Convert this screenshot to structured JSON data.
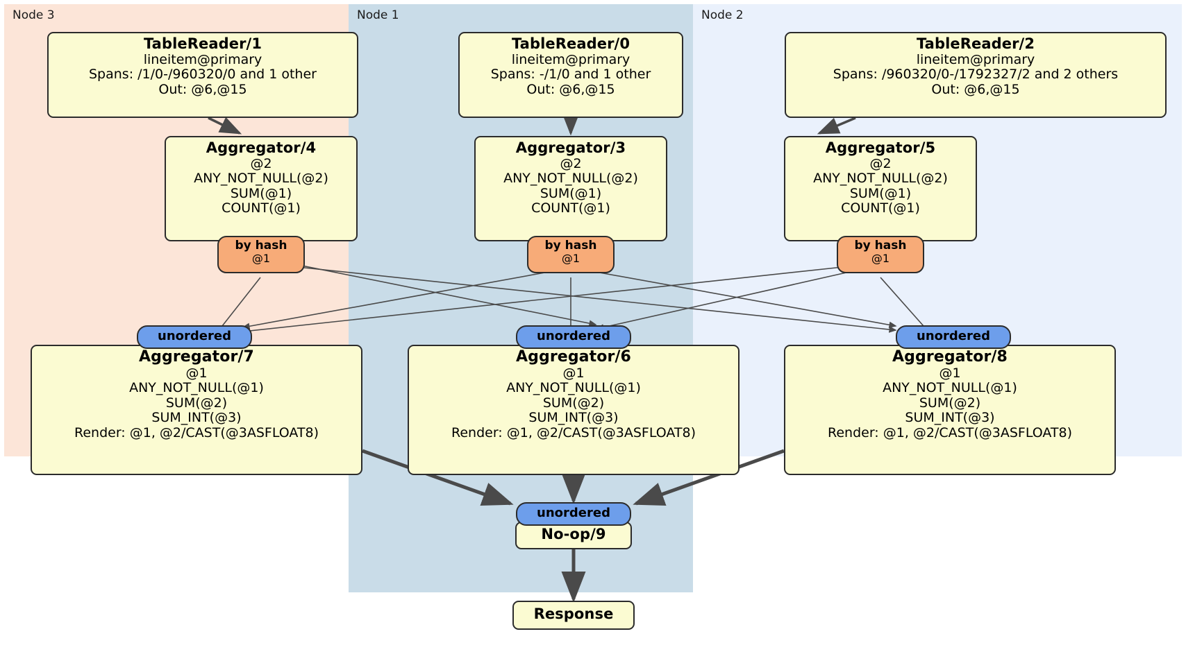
{
  "diagram": {
    "type": "distributed-query-plan",
    "colors": {
      "node3_bg": "#fce5d8",
      "node1_bg": "#c9dce8",
      "node2_bg": "#eaf1fc",
      "box_bg": "#fbfbd2",
      "box_border": "#2b2b2b",
      "hash_pill": "#f7ab78",
      "unordered_pill": "#6d9eeb",
      "edge": "#4a4a4a"
    }
  },
  "nodes": [
    {
      "id": "node3",
      "label": "Node 3"
    },
    {
      "id": "node1",
      "label": "Node 1"
    },
    {
      "id": "node2",
      "label": "Node 2"
    }
  ],
  "processors": {
    "table_reader_1": {
      "title": "TableReader/1",
      "lines": [
        "lineitem@primary",
        "Spans: /1/0-/960320/0 and 1 other",
        "Out: @6,@15"
      ]
    },
    "table_reader_0": {
      "title": "TableReader/0",
      "lines": [
        "lineitem@primary",
        "Spans: -/1/0 and 1 other",
        "Out: @6,@15"
      ]
    },
    "table_reader_2": {
      "title": "TableReader/2",
      "lines": [
        "lineitem@primary",
        "Spans: /960320/0-/1792327/2 and 2 others",
        "Out: @6,@15"
      ]
    },
    "aggregator_4": {
      "title": "Aggregator/4",
      "lines": [
        "@2",
        "ANY_NOT_NULL(@2)",
        "SUM(@1)",
        "COUNT(@1)"
      ]
    },
    "aggregator_3": {
      "title": "Aggregator/3",
      "lines": [
        "@2",
        "ANY_NOT_NULL(@2)",
        "SUM(@1)",
        "COUNT(@1)"
      ]
    },
    "aggregator_5": {
      "title": "Aggregator/5",
      "lines": [
        "@2",
        "ANY_NOT_NULL(@2)",
        "SUM(@1)",
        "COUNT(@1)"
      ]
    },
    "aggregator_7": {
      "title": "Aggregator/7",
      "lines": [
        "@1",
        "ANY_NOT_NULL(@1)",
        "SUM(@2)",
        "SUM_INT(@3)",
        "Render: @1, @2/CAST(@3ASFLOAT8)"
      ]
    },
    "aggregator_6": {
      "title": "Aggregator/6",
      "lines": [
        "@1",
        "ANY_NOT_NULL(@1)",
        "SUM(@2)",
        "SUM_INT(@3)",
        "Render: @1, @2/CAST(@3ASFLOAT8)"
      ]
    },
    "aggregator_8": {
      "title": "Aggregator/8",
      "lines": [
        "@1",
        "ANY_NOT_NULL(@1)",
        "SUM(@2)",
        "SUM_INT(@3)",
        "Render: @1, @2/CAST(@3ASFLOAT8)"
      ]
    },
    "noop_9": {
      "title": "No-op/9",
      "lines": []
    },
    "response": {
      "title": "Response",
      "lines": []
    }
  },
  "routers": {
    "by_hash_left": {
      "type": "by hash",
      "column": "@1"
    },
    "by_hash_center": {
      "type": "by hash",
      "column": "@1"
    },
    "by_hash_right": {
      "type": "by hash",
      "column": "@1"
    },
    "unordered_left": {
      "label": "unordered"
    },
    "unordered_center": {
      "label": "unordered"
    },
    "unordered_right": {
      "label": "unordered"
    },
    "unordered_final": {
      "label": "unordered"
    }
  }
}
